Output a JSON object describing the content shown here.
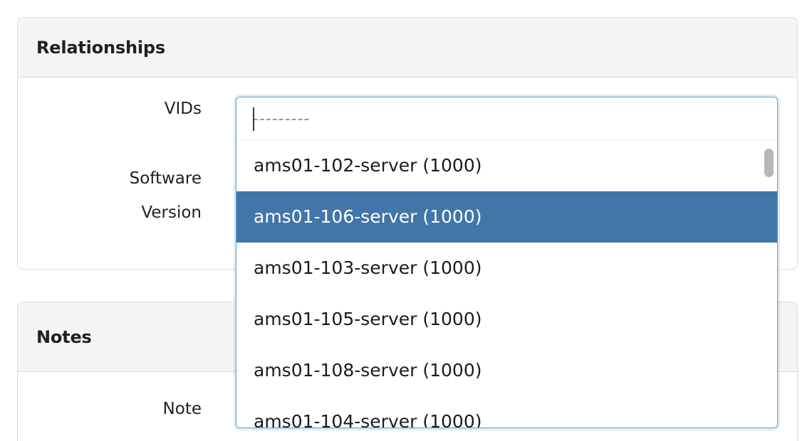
{
  "cards": [
    {
      "title": "Relationships"
    },
    {
      "title": "Notes"
    }
  ],
  "relationships": {
    "title": "Relationships",
    "fields": [
      {
        "label": "VIDs"
      },
      {
        "label": "Software\nVersion"
      }
    ]
  },
  "notes": {
    "title": "Notes",
    "fields": [
      {
        "label": "Note"
      }
    ]
  },
  "vids_select": {
    "search_value": "",
    "search_placeholder": "---------",
    "highlighted_index": 1,
    "options": [
      {
        "label": "ams01-102-server (1000)"
      },
      {
        "label": "ams01-106-server (1000)"
      },
      {
        "label": "ams01-103-server (1000)"
      },
      {
        "label": "ams01-105-server (1000)"
      },
      {
        "label": "ams01-108-server (1000)"
      },
      {
        "label": "ams01-104-server (1000)"
      }
    ]
  },
  "colors": {
    "highlight": "#4276a9",
    "focus_border": "#5fa0d8",
    "card_border": "#dcdcdc",
    "card_header_bg": "#f4f4f4",
    "page_bg": "#ffffff",
    "scrollbar_thumb": "#b8b8b8"
  }
}
